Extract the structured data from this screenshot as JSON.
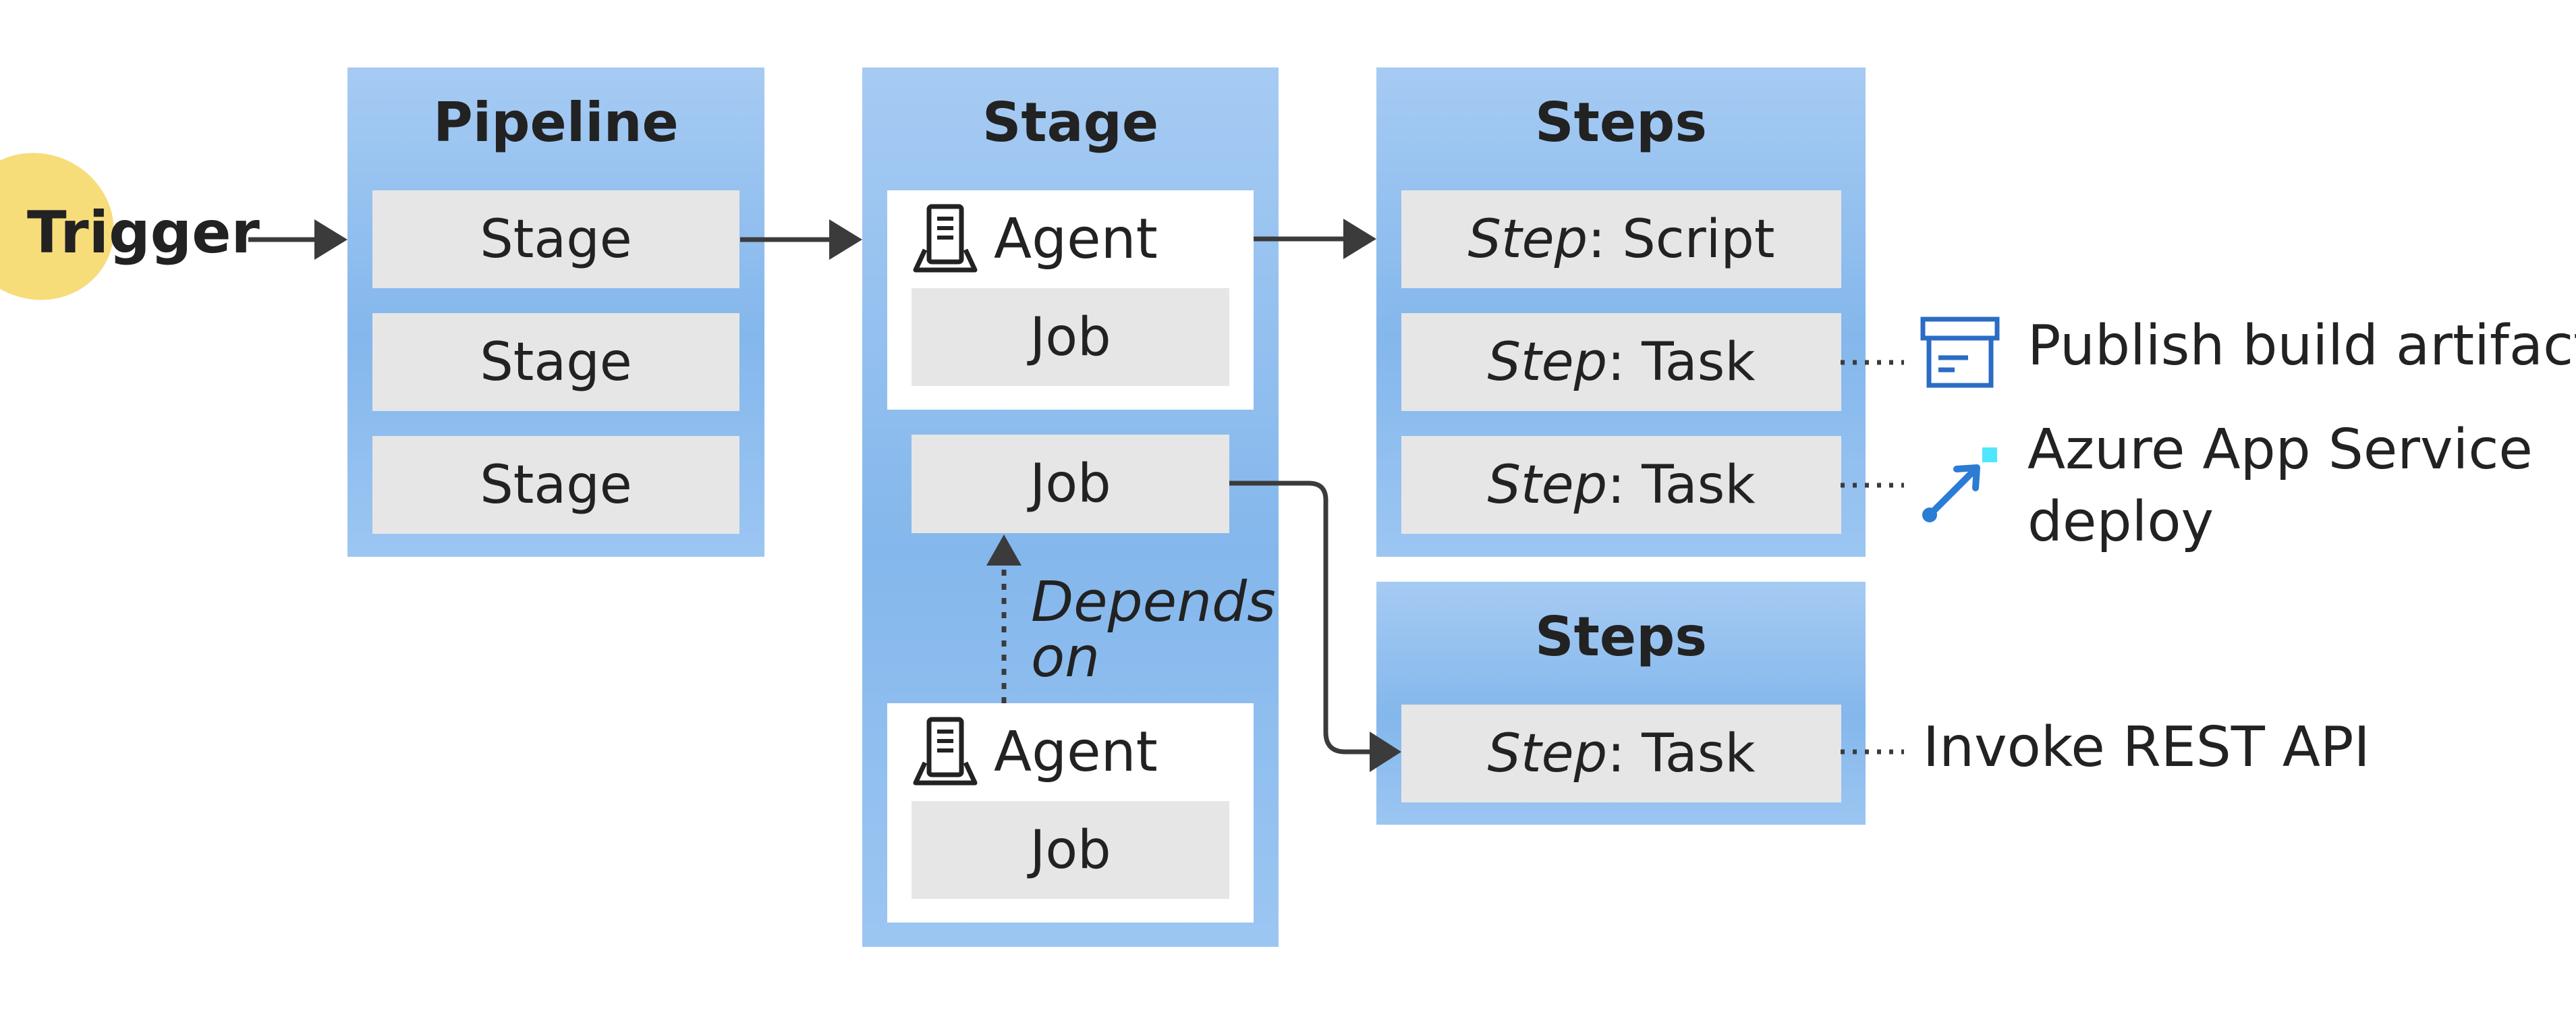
{
  "trigger": {
    "label": "Trigger",
    "highlight_color": "#f7dc7a"
  },
  "pipeline": {
    "title": "Pipeline",
    "stages": [
      "Stage",
      "Stage",
      "Stage"
    ]
  },
  "stage": {
    "title": "Stage",
    "agent1": {
      "label": "Agent",
      "job": "Job"
    },
    "job_middle": "Job",
    "depends_on": [
      "Depends",
      "on"
    ],
    "agent2": {
      "label": "Agent",
      "job": "Job"
    }
  },
  "steps_top": {
    "title": "Steps",
    "items": [
      {
        "prefix": "Step",
        "suffix": ": Script"
      },
      {
        "prefix": "Step",
        "suffix": ": Task"
      },
      {
        "prefix": "Step",
        "suffix": ": Task"
      }
    ]
  },
  "steps_bottom": {
    "title": "Steps",
    "items": [
      {
        "prefix": "Step",
        "suffix": ": Task"
      }
    ]
  },
  "annotations": {
    "publish": "Publish build artifact",
    "azure_line1": "Azure App Service",
    "azure_line2": "deploy",
    "invoke": "Invoke REST API"
  },
  "icons": {
    "agent": "server-agent-icon",
    "publish": "artifact-box-icon",
    "azure": "azure-app-service-icon"
  },
  "colors": {
    "panel": "#8fbdee",
    "box": "#e6e6e6",
    "arrow": "#3b3b3b",
    "artifact_icon": "#2b6cc4",
    "azure_icon": "#2b7cd3",
    "azure_accent": "#50e6ff"
  }
}
